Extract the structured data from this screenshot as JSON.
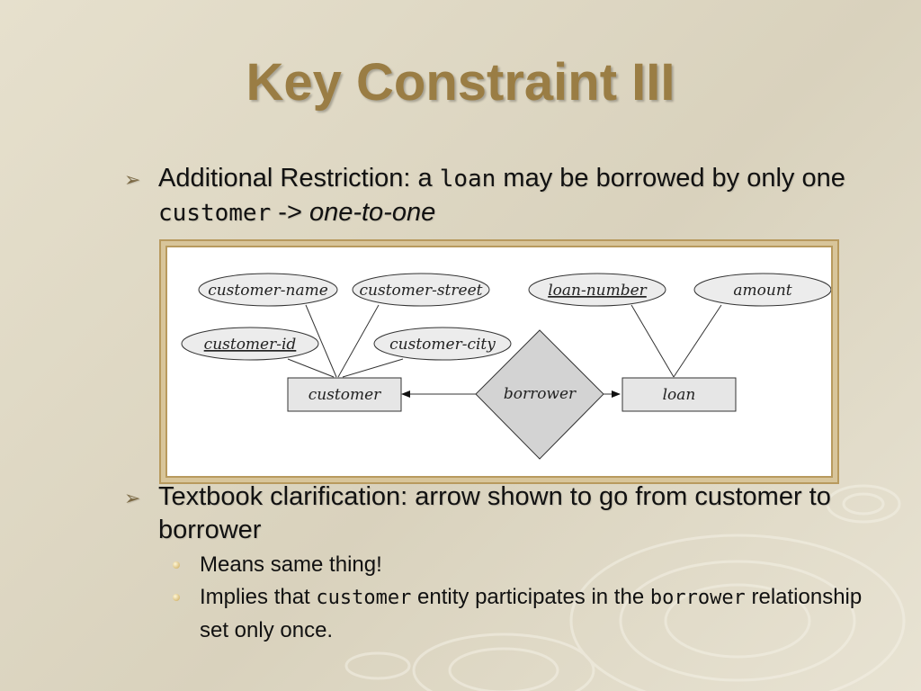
{
  "slide": {
    "title": "Key Constraint III",
    "bullet1": {
      "before": "Additional Restriction: a",
      "code1": "loan",
      "middle": "may be borrowed by only one",
      "code2": "customer",
      "arrow": "->",
      "emphasis": "one-to-one"
    },
    "bullet2": {
      "text": "Textbook clarification: arrow shown to go from customer to borrower",
      "sub1": "Means same thing!",
      "sub2_before": "Implies that",
      "sub2_code1": "customer",
      "sub2_middle": "entity participates in the",
      "sub2_code2": "borrower",
      "sub2_after": "relationship set only once."
    }
  },
  "diagram": {
    "entities": {
      "customer": "customer",
      "loan": "loan"
    },
    "relationship": "borrower",
    "attributes": {
      "customer_name": "customer-name",
      "customer_street": "customer-street",
      "customer_id": "customer-id",
      "customer_city": "customer-city",
      "loan_number": "loan-number",
      "amount": "amount"
    }
  },
  "colors": {
    "title": "#9a7d44",
    "frame": "#b89a5e",
    "background": "#e2dcc8"
  }
}
